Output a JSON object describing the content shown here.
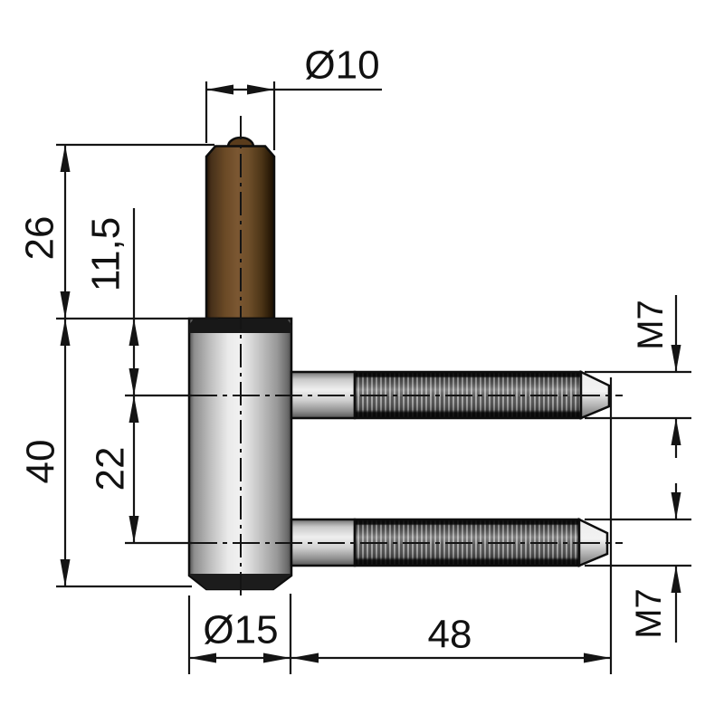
{
  "drawing": {
    "type": "technical-drawing",
    "subject": "door hinge frame part with pin and two screw-in threaded studs",
    "dimensions": {
      "pin_diameter": "Ø10",
      "pin_length": "26",
      "shoulder_to_upper_screw": "11,5",
      "body_length": "40",
      "screw_axis_spacing": "22",
      "body_diameter": "Ø15",
      "screw_length": "48",
      "upper_thread": "M7",
      "lower_thread": "M7"
    },
    "colors": {
      "pin_brown": "#6e4a26",
      "body_steel_light": "#ececec",
      "body_steel_dark": "#6f6f6f",
      "thread_dark": "#3f3f3f",
      "line": "#111111",
      "background": "#ffffff"
    }
  }
}
